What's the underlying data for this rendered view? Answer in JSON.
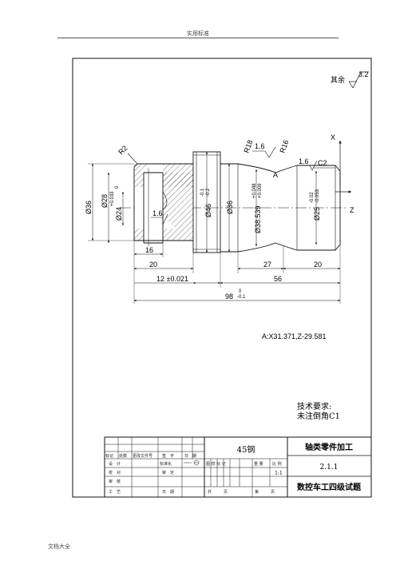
{
  "page": {
    "header": "实用标准",
    "footer": "文档大全"
  },
  "drawing": {
    "roughness_value": "3.2",
    "roughness_other": "其余",
    "axis_x": "X",
    "axis_z": "Z",
    "point_a": "A",
    "dims": {
      "r2": "R2",
      "r18": "R18",
      "r16": "R16",
      "c2": "C2",
      "rough_a": "1.6",
      "rough_b": "1.6",
      "rough_c": "1.6",
      "d36_left": "Ø36",
      "d28": "Ø28",
      "d28_tol": "+0.033",
      "d28_tol2": "0",
      "d24": "Ø24",
      "d46": "Ø46",
      "d46_tol": "-0.1",
      "d46_tol2": "-0.2",
      "d36_mid": "Ø36",
      "d38": "Ø38.539",
      "d38_tol": "+0.048",
      "d38_tol2": "+0.009",
      "d25": "Ø25",
      "d25_tol": "-0.02",
      "d25_tol2": "-0.053",
      "l16": "16",
      "l20_left": "20",
      "l27": "27",
      "l20_right": "20",
      "l12": "12 ±0.021",
      "l56": "56",
      "l98": "98",
      "l98_tol": "0",
      "l98_tol2": "-0.1"
    },
    "coord_note": "A:X31.371,Z-29.581",
    "tech_title": "技术要求:",
    "tech_note": "未注倒角C1"
  },
  "title_block": {
    "material": "45钢",
    "part_name": "轴类零件加工",
    "drawing_no": "2.1.1",
    "exam_title": "数控车工四级试题",
    "scale": "1:1",
    "labels": {
      "mark": "标记",
      "count": "处数",
      "change_doc": "更改文件号",
      "sign": "签　字",
      "date": "日　期",
      "design": "设　计",
      "standard": "标准化",
      "stage_mark": "图 样 标 记",
      "weight": "重 量",
      "ratio": "比 例",
      "check": "校　对",
      "review": "审　定",
      "audit": "审　核",
      "process": "工　艺",
      "date2": "日　期",
      "total": "共　　　页",
      "page": "第　　　页"
    }
  }
}
